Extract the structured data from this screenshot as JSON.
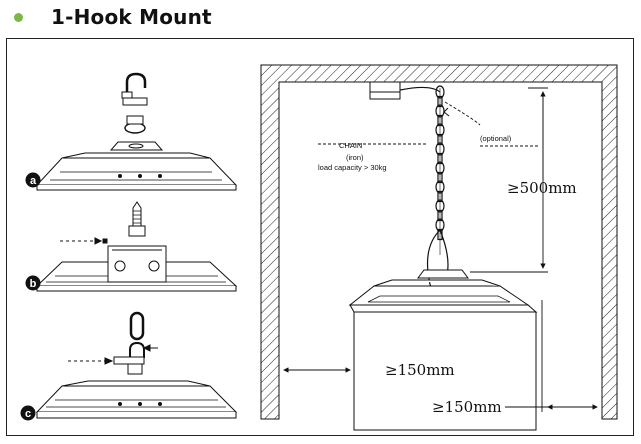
{
  "title": "1-Hook Mount",
  "colors": {
    "bullet": "#7ab648",
    "line": "#111111"
  },
  "steps": {
    "a": "a",
    "b": "b",
    "c": "c"
  },
  "labels": {
    "chain": "CHAIN",
    "iron": "(iron)",
    "capacity": "load capacity > 30kg",
    "optional": "(optional)"
  },
  "dimensions": {
    "height": "≥500mm",
    "side_wall": "≥150mm",
    "floor": "≥150mm"
  }
}
